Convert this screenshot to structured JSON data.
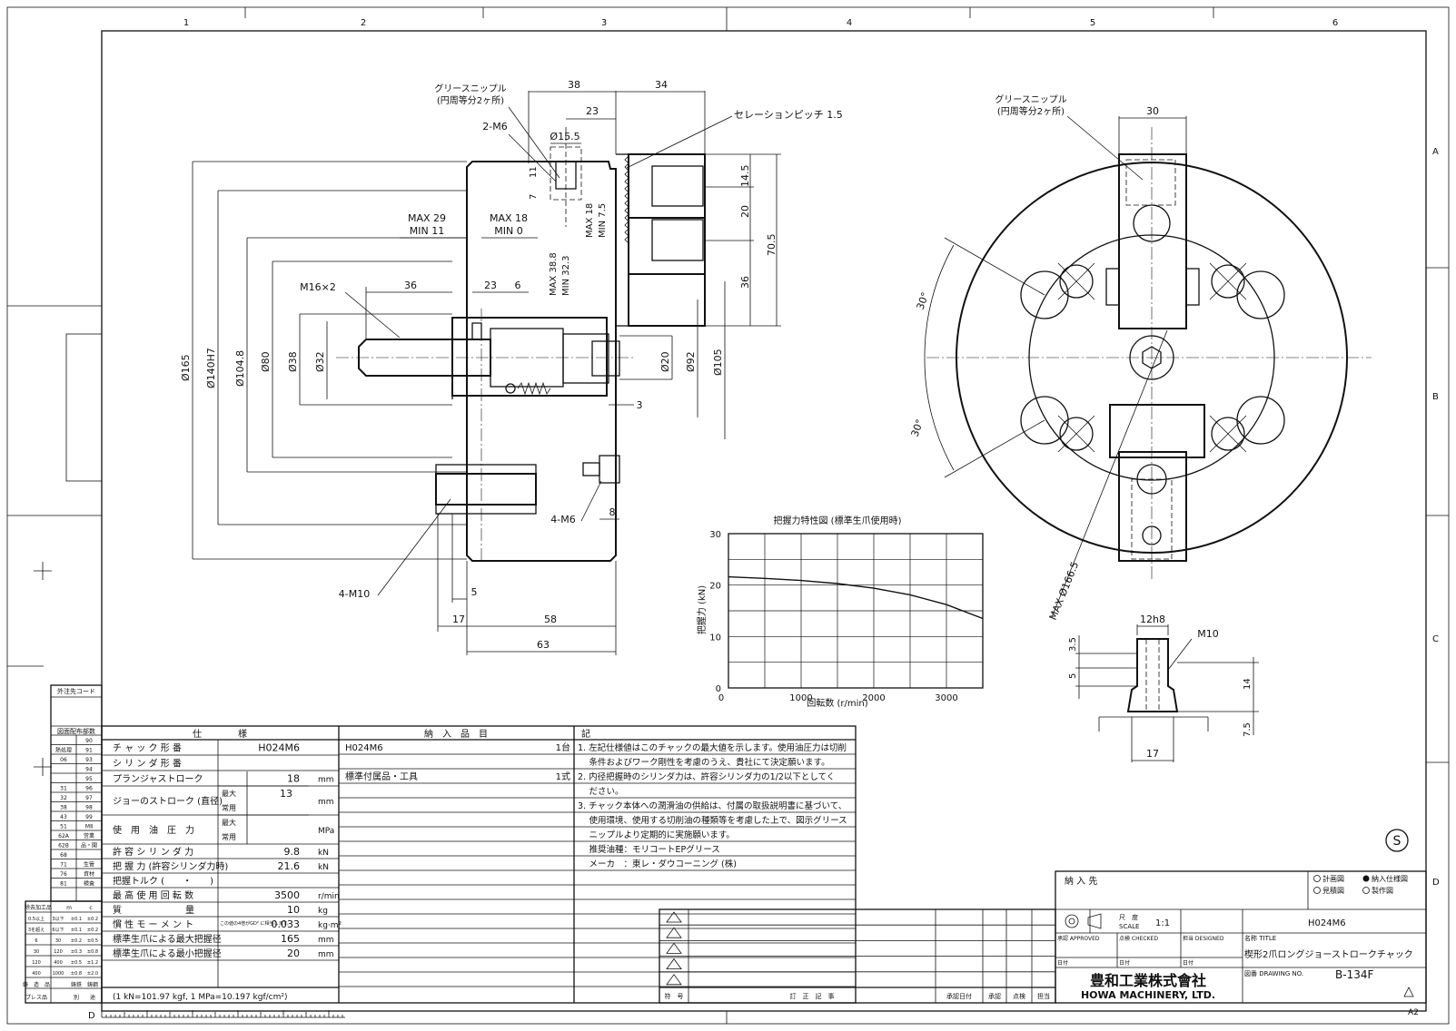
{
  "zone_numbers": [
    "1",
    "2",
    "3",
    "4",
    "5",
    "6"
  ],
  "zone_letters": [
    "A",
    "B",
    "C",
    "D"
  ],
  "side_view": {
    "grease_label_1": "グリースニップル",
    "grease_label_2": "(円周等分2ヶ所)",
    "serration_label": "セレーションピッチ 1.5",
    "tap_2m6": "2-M6",
    "d15_5": "Ø15.5",
    "d38": "38",
    "d34": "34",
    "d23": "23",
    "d7": "7",
    "d11": "11",
    "max18_min7_5_a": "MAX 18",
    "max18_min7_5_b": "MIN 7.5",
    "max38_8_a": "MAX 38.8",
    "max38_8_b": "MIN 32.3",
    "max29_a": "MAX 29",
    "max29_b": "MIN 11",
    "max18_0_a": "MAX 18",
    "max18_0_b": "MIN  0",
    "m16": "M16×2",
    "d36a": "36",
    "d23b": "23",
    "d6": "6",
    "d14_5": "14.5",
    "d20": "20",
    "d70_5": "70.5",
    "d36b": "36",
    "phi165": "Ø165",
    "phi140": "Ø140H7",
    "phi104": "Ø104.8",
    "phi80": "Ø80",
    "phi38": "Ø38",
    "phi32": "Ø32",
    "phi20": "Ø20",
    "phi92": "Ø92",
    "phi105": "Ø105",
    "d3": "3",
    "tap_4m6": "4-M6",
    "d8": "8",
    "tap_4m10": "4-M10",
    "d5": "5",
    "d17": "17",
    "d58": "58",
    "d63": "63"
  },
  "front_view": {
    "grease_label_1": "グリースニップル",
    "grease_label_2": "(円周等分2ヶ所)",
    "d30": "30",
    "ang30a": "30°",
    "ang30b": "30°",
    "max166": "MAX Ø166.5"
  },
  "detail_view": {
    "d12h8": "12h8",
    "m10": "M10",
    "d3_5": "3.5",
    "d5": "5",
    "d14": "14",
    "d7_5": "7.5",
    "d17": "17"
  },
  "chart_data": {
    "type": "line",
    "title": "把握力特性図 (標準生爪使用時)",
    "xlabel": "回転数 (r/min)",
    "ylabel": "把握力 (kN)",
    "xlim": [
      0,
      3500
    ],
    "ylim": [
      0,
      30
    ],
    "x_ticks": [
      "0",
      "1000",
      "2000",
      "3000"
    ],
    "y_ticks": [
      "0",
      "10",
      "20",
      "30"
    ],
    "grid": true,
    "series": [
      {
        "x": [
          0,
          500,
          1000,
          1500,
          2000,
          2500,
          3000,
          3500
        ],
        "y": [
          21.6,
          21.3,
          20.9,
          20.3,
          19.4,
          18.1,
          16.2,
          13.5
        ]
      }
    ]
  },
  "spec_table": {
    "header_spec": "仕　　　　様",
    "header_delivery": "納　入　品　目",
    "header_notes": "記",
    "rows": [
      {
        "label": "チ ャ ッ ク 形 番",
        "value": "H024M6",
        "unit": ""
      },
      {
        "label": "シ リ ン ダ 形 番",
        "value": "",
        "unit": ""
      },
      {
        "label": "プランジャストローク",
        "value": "18",
        "unit": "mm"
      },
      {
        "label": "ジョーのストローク (直径)",
        "sub1": "最大",
        "sub1_value": "13",
        "sub2": "常用",
        "unit": "mm"
      },
      {
        "label": "使　用　油　圧　力",
        "sub1": "最大",
        "sub2": "常用",
        "unit": "MPa"
      },
      {
        "label": "許 容 シ リ ン ダ 力",
        "value": "9.8",
        "unit": "kN"
      },
      {
        "label": "把 握 力 (許容シリンダ力時)",
        "value": "21.6",
        "unit": "kN"
      },
      {
        "label": "把握トルク (　　・　　)",
        "value": "",
        "unit": ""
      },
      {
        "label": "最 高 使 用 回 転 数",
        "value": "3500",
        "unit": "r/min"
      },
      {
        "label": "質　　　　　　　量",
        "value": "10",
        "unit": "kg"
      },
      {
        "label": "慣 性 モ ー メ ン ト",
        "note": "この値の4倍がGD² に相当します。",
        "value": "0.033",
        "unit": "kg·m²"
      },
      {
        "label": "標準生爪による最大把握径",
        "value": "165",
        "unit": "mm"
      },
      {
        "label": "標準生爪による最小把握径",
        "value": "20",
        "unit": "mm"
      }
    ],
    "footnote": "(1 kN=101.97 kgf, 1 MPa=10.197 kgf/cm²)",
    "delivery_items": [
      {
        "name": "H024M6",
        "qty": "1台"
      },
      {
        "name": "",
        "qty": ""
      },
      {
        "name": "標準付属品・工具",
        "qty": "1式"
      }
    ],
    "notes": [
      "1. 左記仕様値はこのチャックの最大値を示します。使用油圧力は切削",
      "　 条件およびワーク剛性を考慮のうえ、貴社にて決定願います。",
      "2. 内径把握時のシリンダ力は、許容シリンダ力の1/2以下としてく",
      "　 ださい。",
      "3. チャック本体への潤滑油の供給は、付属の取扱説明書に基づいて、",
      "　 使用環境、使用する切削油の種類等を考慮した上で、図示グリース",
      "　 ニップルより定期的に実施願います。",
      "　 推奨油種：モリコートEPグリース",
      "　 メーカ　：東レ・ダウコーニング (株)"
    ]
  },
  "left_strip": {
    "title1": "外注先コード",
    "title2": "図面配布部数",
    "codes": [
      [
        "",
        "90"
      ],
      [
        "熱処理",
        "91"
      ],
      [
        "06",
        "93"
      ],
      [
        "",
        "94"
      ],
      [
        "",
        "95"
      ],
      [
        "31",
        "96"
      ],
      [
        "32",
        "97"
      ],
      [
        "38",
        "98"
      ],
      [
        "43",
        "99"
      ],
      [
        "51",
        "MⅡ"
      ],
      [
        "62A",
        "営業"
      ],
      [
        "62B",
        "品・開"
      ],
      [
        "68",
        ""
      ],
      [
        "71",
        "生管"
      ],
      [
        "76",
        "資材"
      ],
      [
        "81",
        "検査"
      ]
    ],
    "tol_title": [
      "除去加工品",
      "m",
      "c"
    ],
    "tol_rows": [
      [
        "0.5以上",
        "3以下",
        "±0.1",
        "±0.2"
      ],
      [
        "3を超え",
        "6以下",
        "±0.1",
        "±0.2"
      ],
      [
        "6",
        "30",
        "±0.2",
        "±0.5"
      ],
      [
        "30",
        "120",
        "±0.3",
        "±0.8"
      ],
      [
        "120",
        "400",
        "±0.5",
        "±1.2"
      ],
      [
        "400",
        "1000",
        "±0.8",
        "±2.0"
      ]
    ],
    "casting": [
      "鋳　造　品",
      "鋳鉄",
      "鋳鋼"
    ],
    "press": [
      "プレス品",
      "別",
      "途"
    ]
  },
  "revision": {
    "mark": "△",
    "col_mark": "符　号",
    "col_desc": "訂　正　記　事",
    "col_date": "承認日付",
    "col_approve": "承認",
    "col_check": "点検",
    "col_person": "担当"
  },
  "title_block": {
    "delivery_to": "納 入 先",
    "status": [
      "計画図",
      "納入仕様図",
      "見積図",
      "製作図"
    ],
    "scale_label_1": "尺　度",
    "scale_label_2": "SCALE",
    "scale_value": "1:1",
    "model": "H024M6",
    "approved": "承認 APPROVED",
    "checked": "点検 CHECKED",
    "designed": "担当 DESIGNED",
    "date": "日付",
    "title_label": "名称 TITLE",
    "title_value": "楔形2爪ロングジョーストロークチャック",
    "drawing_label": "図番 DRAWING NO.",
    "drawing_no": "B-134F",
    "company_jp": "豊和工業株式會社",
    "company_en": "HOWA MACHINERY, LTD.",
    "sheet_size": "A2",
    "s_mark": "S"
  },
  "ruler_letter": "D"
}
